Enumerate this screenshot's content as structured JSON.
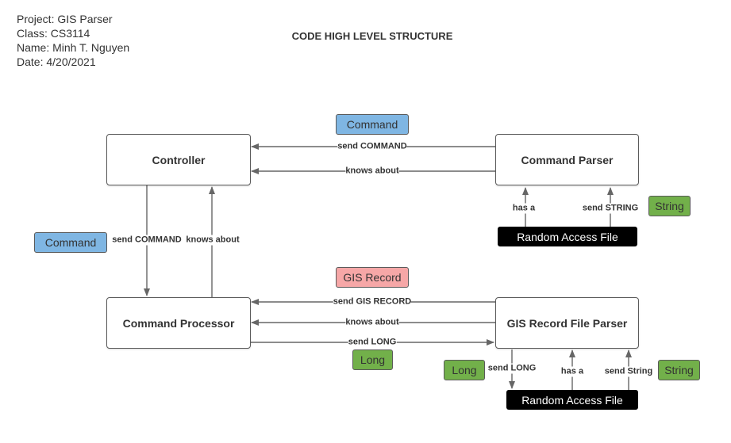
{
  "header": {
    "project": "Project: GIS Parser",
    "class": "Class: CS3114",
    "name": "Name: Minh T. Nguyen",
    "date": "Date: 4/20/2021",
    "title": "CODE HIGH LEVEL STRUCTURE"
  },
  "nodes": {
    "controller": "Controller",
    "command_parser": "Command Parser",
    "command_processor": "Command Processor",
    "gis_record_file_parser": "GIS Record File Parser",
    "raf_top": "Random Access  File",
    "raf_bottom": "Random Access  File"
  },
  "tags": {
    "command_top": "Command",
    "command_left": "Command",
    "string_top": "String",
    "gis_record": "GIS Record",
    "long_middle": "Long",
    "long_bottom": "Long",
    "string_bottom": "String"
  },
  "edges": {
    "send_command_top": "send COMMAND",
    "knows_about_top": "knows about",
    "send_command_left": "send COMMAND",
    "knows_about_left": "knows about",
    "has_a_top": "has a",
    "send_string_top": "send STRING",
    "send_gis_record": "send GIS RECORD",
    "knows_about_middle": "knows about",
    "send_long_middle": "send LONG",
    "send_long_bottom": "send LONG",
    "has_a_bottom": "has a",
    "send_string_bottom": "send String"
  },
  "colors": {
    "tag_blue": "#7fb6e3",
    "tag_green": "#72b04a",
    "tag_pink": "#f6a7a7",
    "file_black": "#000000",
    "line_gray": "#666666"
  }
}
